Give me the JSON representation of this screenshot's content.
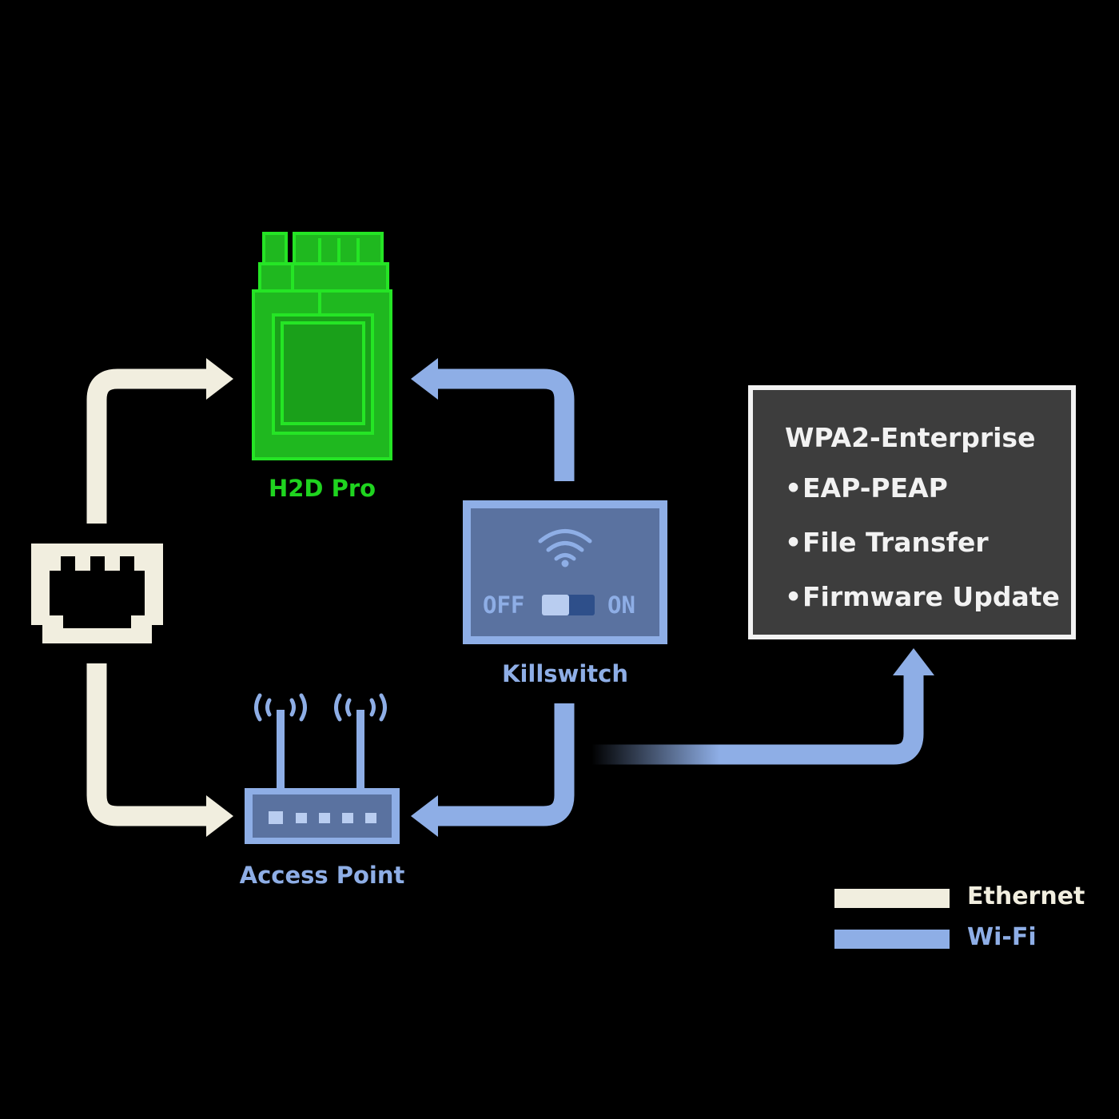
{
  "colors": {
    "background": "#000000",
    "ethernet": "#f1eedf",
    "wifi": "#8eaee6",
    "printer": "#1fd41f",
    "info_box_bg": "#3d3d3d",
    "info_box_border": "#f2f2f2"
  },
  "nodes": {
    "printer": {
      "label": "H2D Pro",
      "icon": "printer-icon"
    },
    "ethernet_port": {
      "icon": "ethernet-port-icon"
    },
    "access_point": {
      "label": "Access Point",
      "icon": "router-icon"
    },
    "killswitch": {
      "label": "Killswitch",
      "icon": "wifi-icon",
      "off_label": "OFF",
      "on_label": "ON"
    }
  },
  "info_box": {
    "title": "WPA2-Enterprise",
    "items": [
      "EAP-PEAP",
      "File Transfer",
      "Firmware Update"
    ]
  },
  "legend": [
    {
      "label": "Ethernet",
      "color": "#f1eedf"
    },
    {
      "label": "Wi-Fi",
      "color": "#8eaee6"
    }
  ]
}
